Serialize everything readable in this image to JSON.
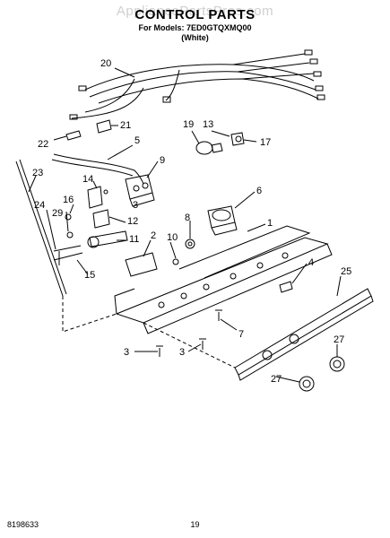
{
  "header": {
    "watermark": "AppliancePartsPros.com",
    "title": "CONTROL PARTS",
    "models": "For Models: 7ED0GTQXMQ00",
    "color": "(White)"
  },
  "footer": {
    "doc_number": "8198633",
    "page_number": "19"
  },
  "callouts": [
    "20",
    "21",
    "22",
    "5",
    "19",
    "13",
    "17",
    "9",
    "23",
    "14",
    "3",
    "6",
    "16",
    "29",
    "12",
    "8",
    "1",
    "24",
    "11",
    "10",
    "2",
    "4",
    "15",
    "25",
    "7",
    "3",
    "3",
    "27",
    "27"
  ]
}
